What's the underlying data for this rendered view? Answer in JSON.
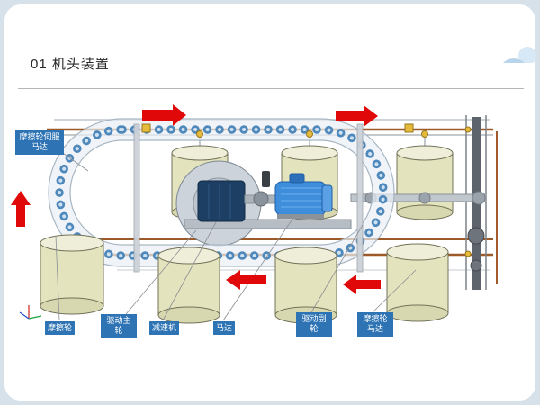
{
  "slide": {
    "title": "01 机头装置"
  },
  "callouts": {
    "servo_motor": "摩擦轮伺服马达",
    "friction_wheel": "摩擦轮",
    "drive_main_wheel": "驱动主轮",
    "reducer": "减速机",
    "motor": "马达",
    "drive_sub_wheel": "驱动副轮",
    "friction_wheel_motor": "摩擦轮马达"
  },
  "colors": {
    "label_bg": "#2e74b5",
    "arrow_red": "#e00808",
    "slide_bg": "#ffffff",
    "canvas_bg": "#d7e1ea",
    "roller_blue": "#4f88bb",
    "drum_fill": "#e3e3bd",
    "motor_blue": "#3f8edc"
  }
}
